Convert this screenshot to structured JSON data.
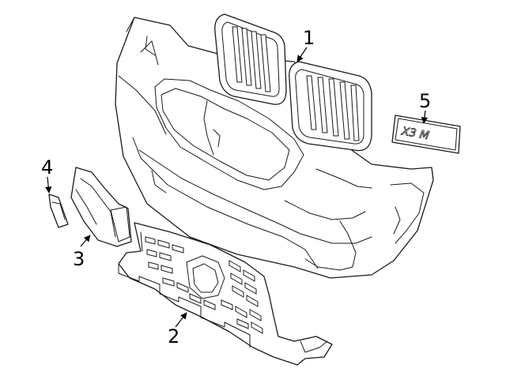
{
  "callouts": [
    {
      "id": "1",
      "label": "1"
    },
    {
      "id": "2",
      "label": "2"
    },
    {
      "id": "3",
      "label": "3"
    },
    {
      "id": "4",
      "label": "4"
    },
    {
      "id": "5",
      "label": "5"
    }
  ],
  "badge": {
    "text": "X3 M"
  },
  "colors": {
    "line": "#1a1a1a",
    "background": "#ffffff"
  }
}
